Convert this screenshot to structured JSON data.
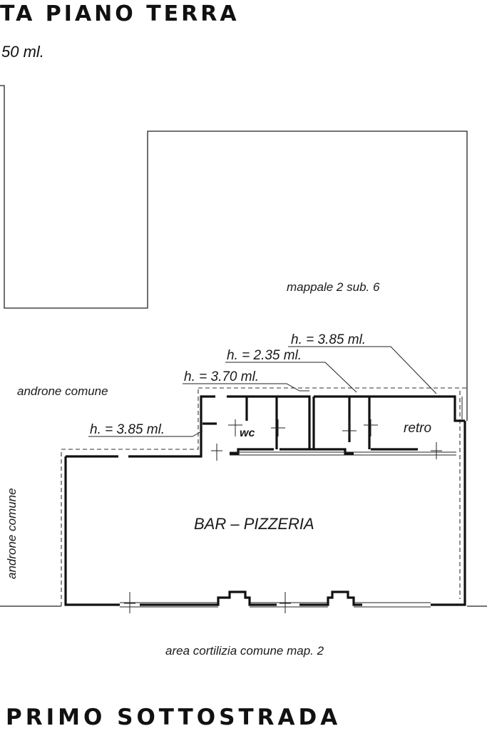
{
  "titles": {
    "top": "TA PIANO TERRA",
    "subtitle": "50 ml.",
    "bottom": "PRIMO SOTTOSTRADA"
  },
  "labels": {
    "mappale": "mappale 2 sub. 6",
    "androne_top": "androne comune",
    "androne_side": "androne comune",
    "area": "area cortilizia comune map. 2",
    "bar": "BAR – PIZZERIA",
    "wc": "wc",
    "retro": "retro"
  },
  "heights": [
    {
      "text": "h.  =  3.85  ml."
    },
    {
      "text": "h.  =  2.35  ml."
    },
    {
      "text": "h.  =  3.70  ml."
    },
    {
      "text": "h.  =  3.85  ml."
    }
  ]
}
